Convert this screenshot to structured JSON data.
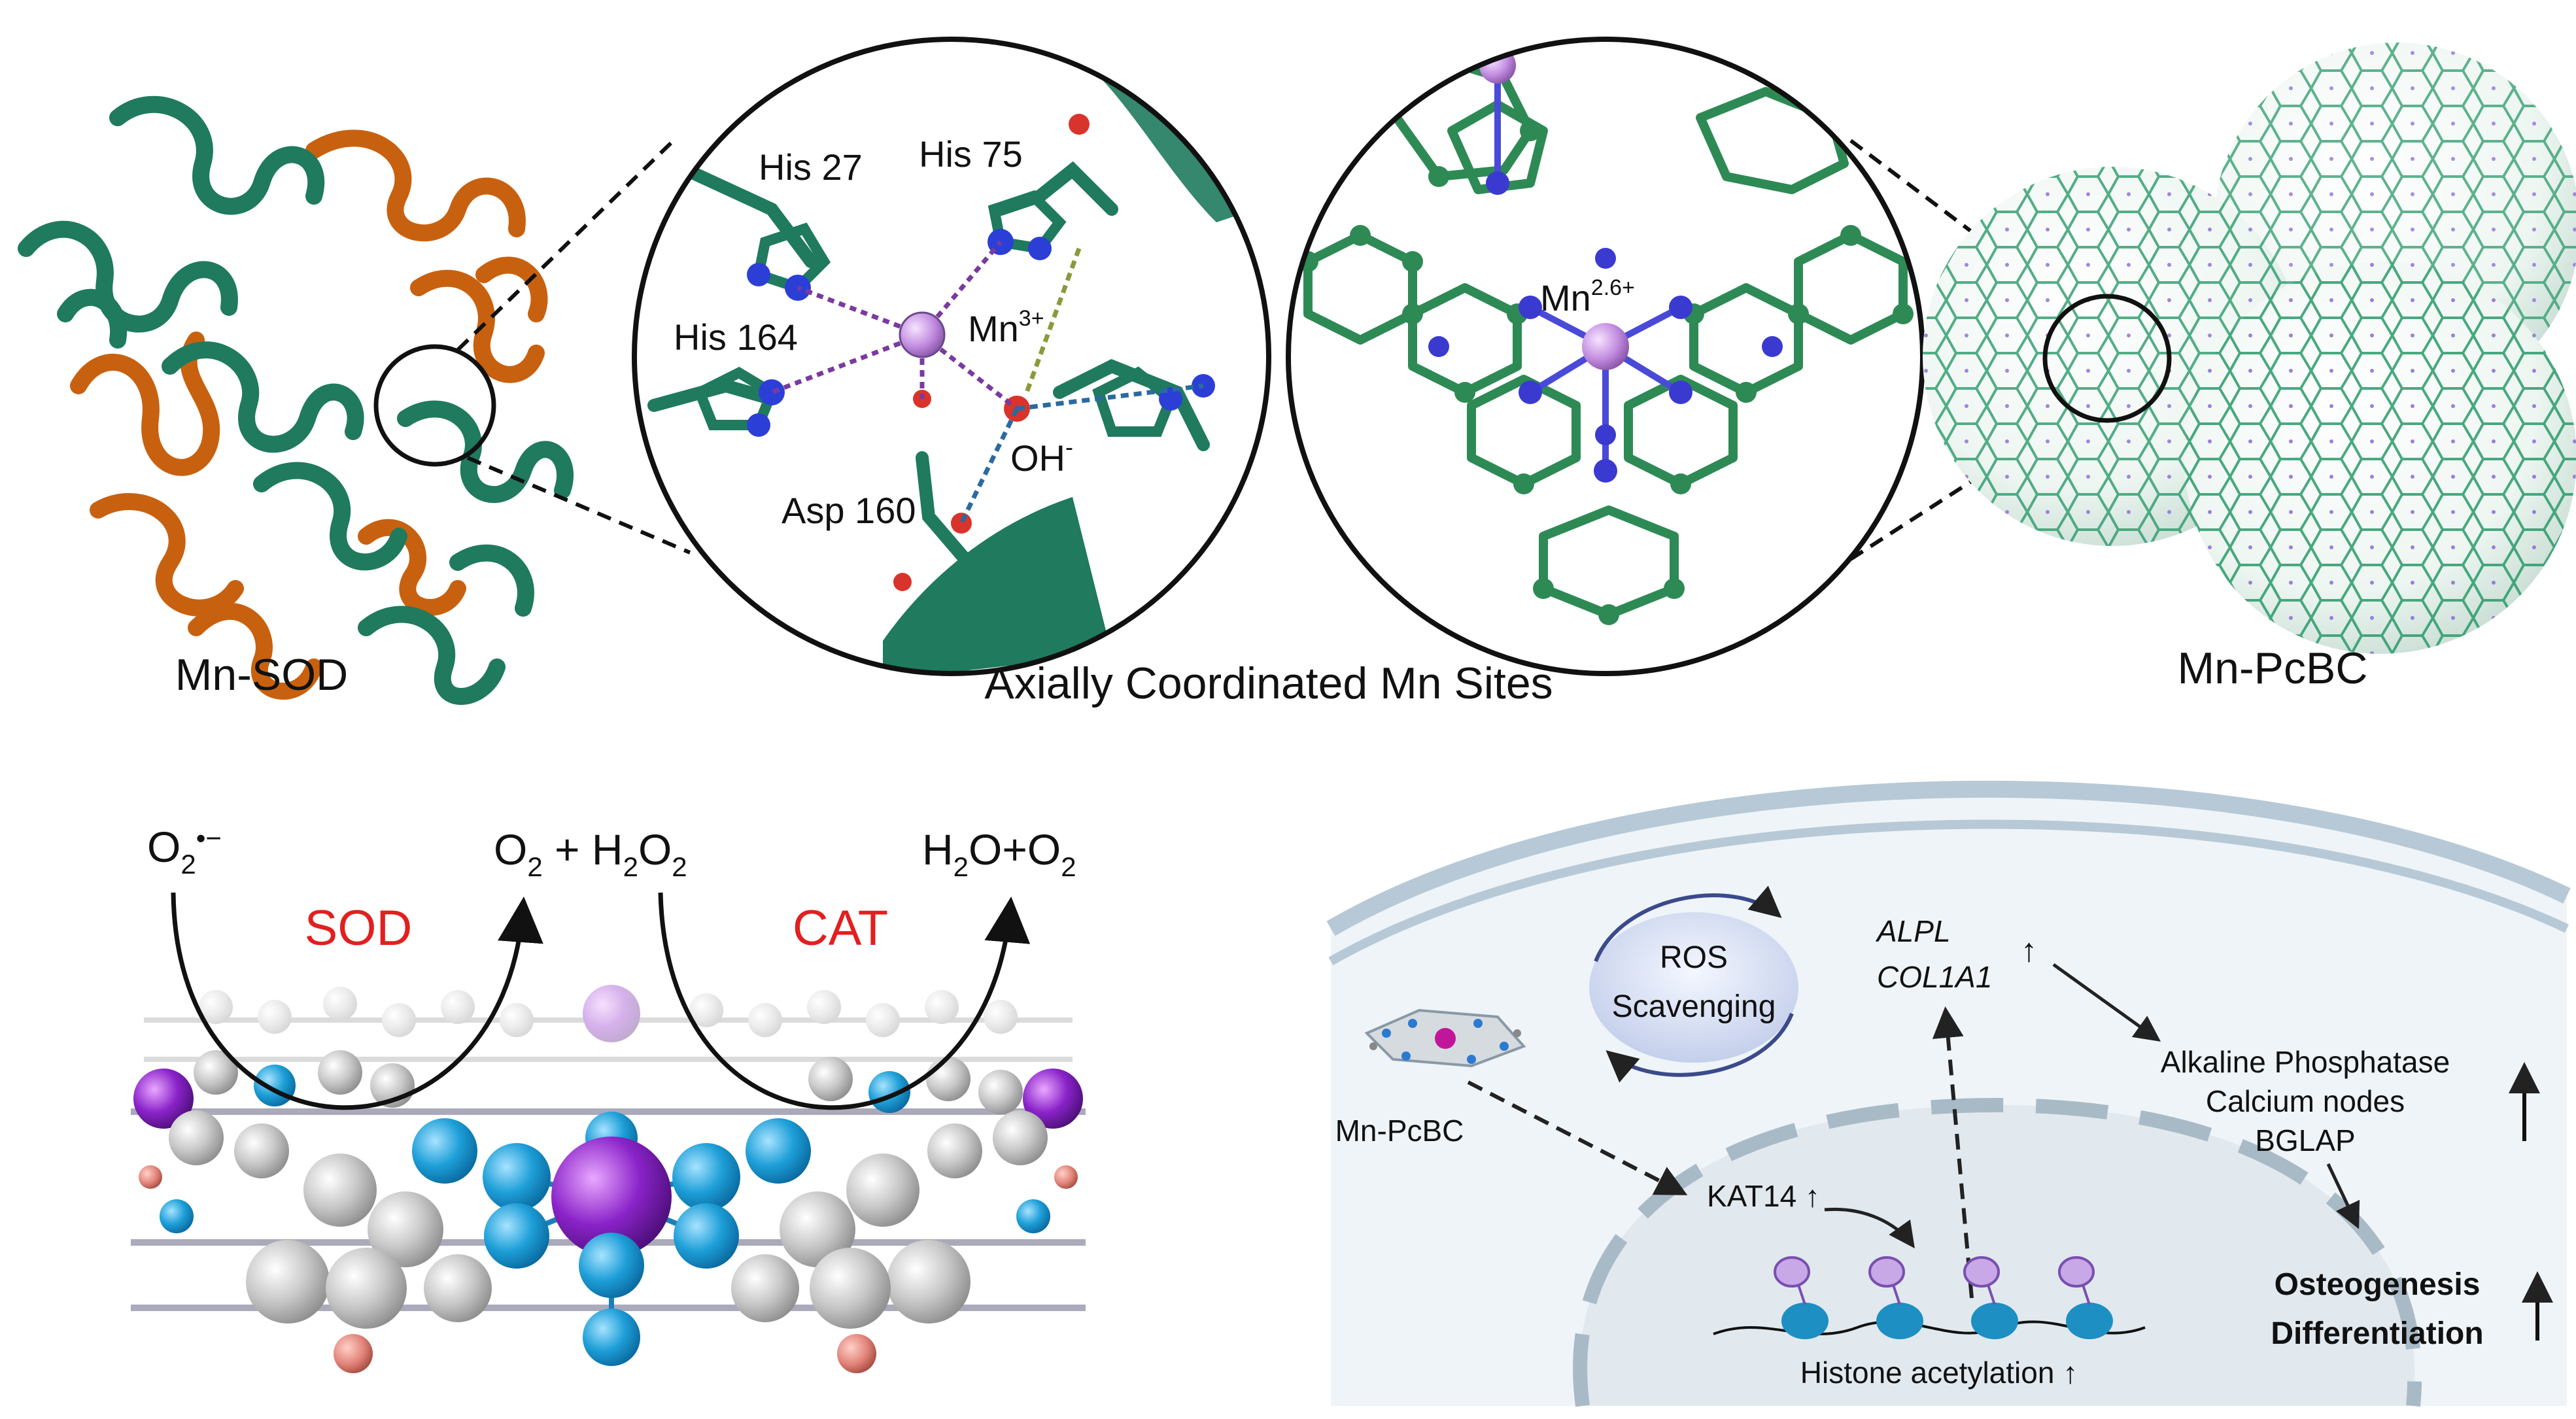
{
  "top_panel": {
    "enzyme": {
      "label": "Mn-SOD"
    },
    "active_site": {
      "residues": [
        "His 27",
        "His 75",
        "His 164",
        "Asp 160"
      ],
      "metal": "Mn",
      "metal_charge": "3+",
      "ligand": "OH",
      "ligand_charge": "-"
    },
    "pc_site": {
      "metal": "Mn",
      "metal_charge": "2.6+"
    },
    "caption": "Axially Coordinated Mn Sites",
    "material": {
      "label": "Mn-PcBC"
    }
  },
  "reaction_panel": {
    "reactant": {
      "text": "O",
      "sub": "2",
      "sup": "•−"
    },
    "intermediate": {
      "o": "O",
      "o_sub": "2",
      "plus": " + ",
      "h": "H",
      "h_sub": "2",
      "o2": "O",
      "o2_sub": "2"
    },
    "product": {
      "h": "H",
      "h_sub": "2",
      "o": "O+O",
      "o_sub": "2"
    },
    "enzyme_1": "SOD",
    "enzyme_2": "CAT",
    "enzyme_color": "#e21f1f"
  },
  "mechanism_panel": {
    "ros_line1": "ROS",
    "ros_line2": "Scavenging",
    "material_label": "Mn-PcBC",
    "genes": [
      "ALPL",
      "COL1A1"
    ],
    "gene_arrow": "↑",
    "kat": "KAT14 ↑",
    "histone": "Histone acetylation ↑",
    "markers": [
      "Alkaline Phosphatase",
      "Calcium nodes",
      "BGLAP"
    ],
    "outcome": [
      "Osteogenesis",
      "Differentiation"
    ]
  },
  "colors": {
    "protein_green": "#1f7a5e",
    "protein_orange": "#c8610f",
    "carbon_gray": "#c9c9c9",
    "nitrogen_blue": "#1e9fd8",
    "manganese_purple": "#8a23c9",
    "oxygen_red": "#d9342b",
    "cell_fill": "#eef4f8",
    "membrane": "#b7c9d6"
  }
}
